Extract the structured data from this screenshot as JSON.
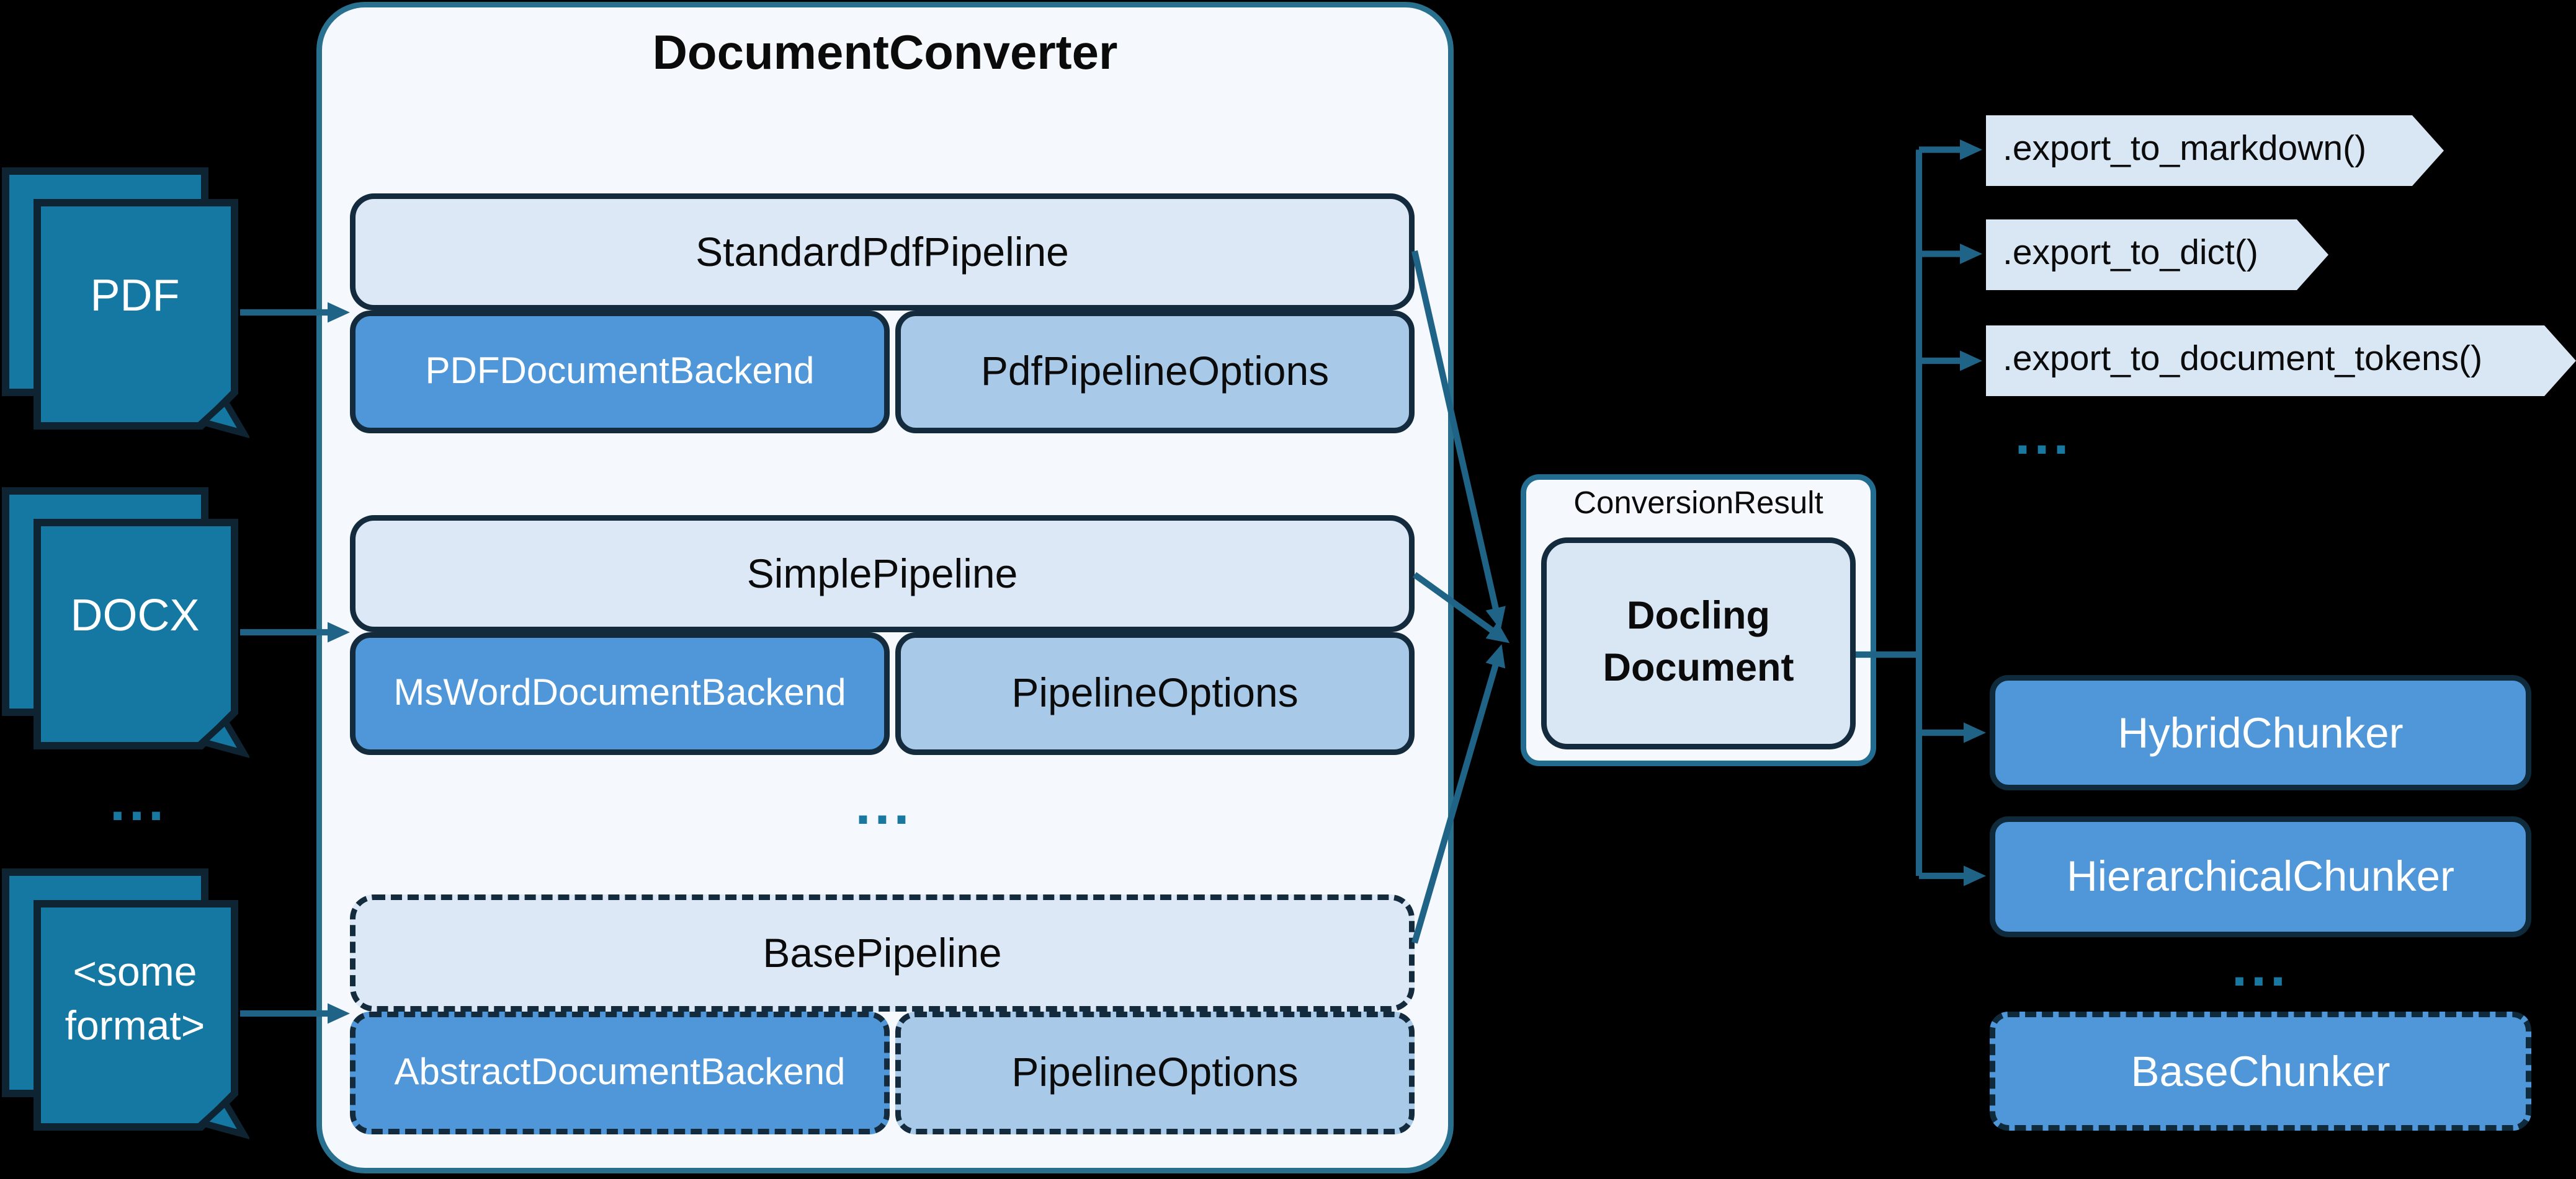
{
  "title": "DocumentConverter",
  "inputs": {
    "pdf": {
      "label": "PDF"
    },
    "docx": {
      "label": "DOCX"
    },
    "other": {
      "label_line1": "<some",
      "label_line2": "format>"
    },
    "ellipsis": "..."
  },
  "pipelines": [
    {
      "name": "StandardPdfPipeline",
      "backend": "PDFDocumentBackend",
      "options": "PdfPipelineOptions"
    },
    {
      "name": "SimplePipeline",
      "backend": "MsWordDocumentBackend",
      "options": "PipelineOptions"
    },
    {
      "name": "BasePipeline",
      "backend": "AbstractDocumentBackend",
      "options": "PipelineOptions"
    }
  ],
  "pipelines_ellipsis": "...",
  "result": {
    "label": "ConversionResult",
    "doc_line1": "Docling",
    "doc_line2": "Document"
  },
  "exports": {
    "items": [
      ".export_to_markdown()",
      ".export_to_dict()",
      ".export_to_document_tokens()"
    ],
    "ellipsis": "..."
  },
  "chunkers": {
    "items": [
      "HybridChunker",
      "HierarchicalChunker",
      "BaseChunker"
    ],
    "ellipsis": "..."
  },
  "colors": {
    "background": "#000000",
    "document_fill": "#1478A2",
    "dark_border": "#132B3D",
    "teal_border": "#29708F",
    "teal_line": "#1F6486",
    "light_blue": "#DCE8F5",
    "mid_blue": "#A9C9E8",
    "strong_blue": "#4F97D9",
    "panel_fill": "#F5F8FC"
  }
}
